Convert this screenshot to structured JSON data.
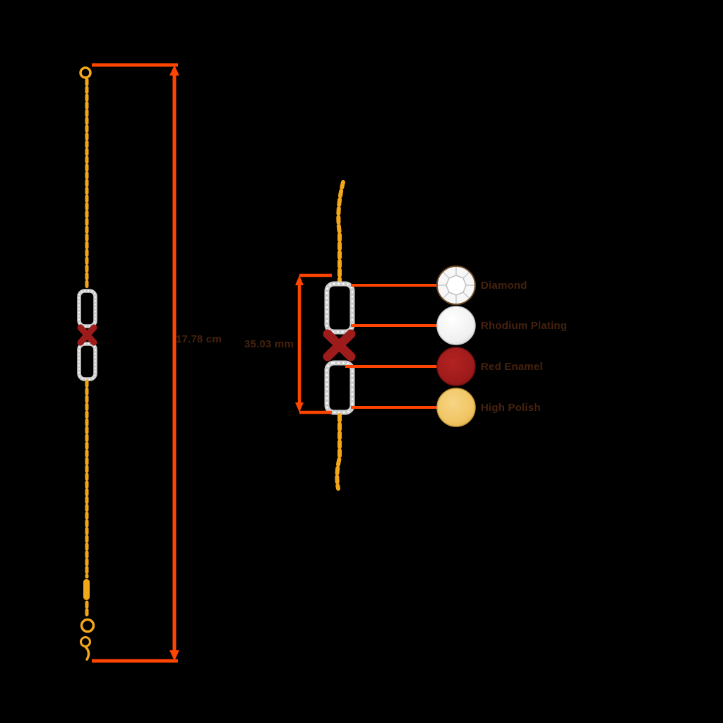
{
  "canvas": {
    "background": "#000000"
  },
  "left_diagram": {
    "measurement": "17.78 cm"
  },
  "zoom_diagram": {
    "measurement": "35.03 mm"
  },
  "legend": {
    "items": [
      {
        "label": "Diamond"
      },
      {
        "label": "Rhodium Plating"
      },
      {
        "label": "Red Enamel"
      },
      {
        "label": "High Polish"
      }
    ]
  },
  "colors": {
    "dimension_line": "#FF4500",
    "annotation_text": "#46220E",
    "chain_gold": "#F2A71B",
    "pendant_silver": "#CDCDCD",
    "diamond_white": "#FFFFFF",
    "red_enamel": "#9E1B1B",
    "rhodium_plating": "#F2F2F2",
    "high_polish_gold": "#F0C463"
  }
}
